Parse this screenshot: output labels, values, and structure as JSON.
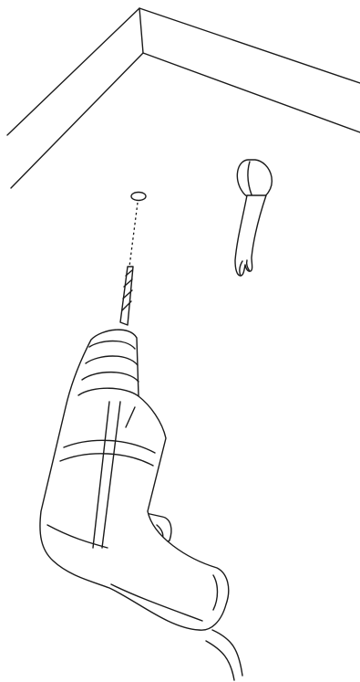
{
  "illustration": {
    "type": "line-art-instruction",
    "colors": {
      "line": "#1a1a1a",
      "background": "#ffffff"
    },
    "items": [
      {
        "name": "ceiling-corner",
        "icon": "ceiling-corner-icon"
      },
      {
        "name": "drill-hole-mark",
        "icon": "hole-marker-icon"
      },
      {
        "name": "guide-line",
        "icon": "dotted-line-icon"
      },
      {
        "name": "wall-anchor-hook",
        "icon": "hook-anchor-icon"
      },
      {
        "name": "power-drill",
        "icon": "drill-icon"
      }
    ]
  }
}
